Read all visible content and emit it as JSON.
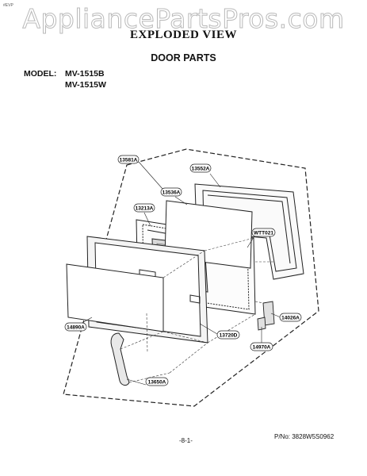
{
  "header": {
    "corner_mark": "#EVP",
    "watermark": "AppliancePartsPros.com",
    "title": "EXPLODED VIEW",
    "subtitle": "DOOR PARTS",
    "model_label": "MODEL:",
    "models": [
      "MV-1515B",
      "MV-1515W"
    ]
  },
  "diagram": {
    "callouts": [
      "13581A",
      "13552A",
      "13536A",
      "13213A",
      "WTT021",
      "14890A",
      "14026A",
      "13720D",
      "14970A",
      "13650A"
    ]
  },
  "footer": {
    "page_number": "-8-1-",
    "part_number": "P/No: 3828W5S0962"
  }
}
